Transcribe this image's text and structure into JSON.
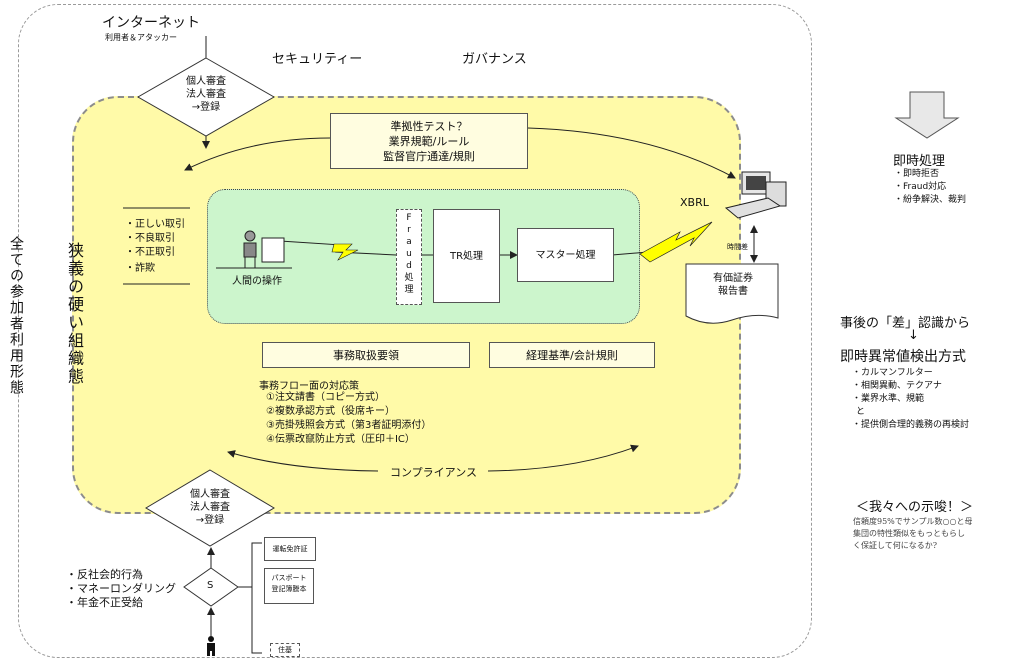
{
  "top": {
    "internet": "インターネット",
    "internet_sub": "利用者＆アタッカー",
    "security": "セキュリティー",
    "governance": "ガバナンス"
  },
  "diamond_top": [
    "個人審査",
    "法人審査",
    "→登録"
  ],
  "diamond_bottom": [
    "個人審査",
    "法人審査",
    "→登録"
  ],
  "compliance_test": [
    "準拠性テスト？",
    "業界規範/ルール",
    "監督官庁通達/規則"
  ],
  "left_list": [
    "・正しい取引",
    "・不良取引",
    "・不正取引",
    "・詐欺"
  ],
  "human_op": "人間の操作",
  "fraud_box": [
    "F",
    "r",
    "a",
    "u",
    "d",
    "処",
    "理"
  ],
  "tr_box": "TR処理",
  "master_box": "マスター処理",
  "xbrl": "XBRL",
  "time_diff": "時間差",
  "report": [
    "有価証券",
    "報告書"
  ],
  "jimu": "事務取扱要領",
  "keiri": "経理基準/会計規則",
  "flow_title": "事務フロー面の対応策",
  "flow_items": [
    "①注文請書（コピー方式）",
    "②複数承認方式（役席キー）",
    "③売掛残照会方式（第3者証明添付）",
    "④伝票改竄防止方式（圧印＋IC）"
  ],
  "compliance": "コンプライアンス",
  "left_vertical": "全ての参加者利用形態",
  "narrow_org": "狭義の硬い組織態",
  "bottom_left": [
    "・反社会的行為",
    "・マネーロンダリング",
    "・年金不正受給"
  ],
  "s_label": "S",
  "docs": [
    "運転免許証",
    "パスポート",
    "登記簿謄本",
    "住基"
  ],
  "right": {
    "immediate_title": "即時処理",
    "immediate_items": [
      "・即時拒否",
      "・Fraud対応",
      "・紛争解決、裁判"
    ],
    "after_title": "事後の「差」認識から",
    "arrow": "↓",
    "realtime_title": "即時異常値検出方式",
    "realtime_items": [
      "・カルマンフルター",
      "・相関異動、テクアナ",
      "・業界水準、規範",
      "と",
      "・提供側合理的義務の再検討"
    ],
    "suggest_title": "＜我々への示唆！＞",
    "suggest_text": [
      "信頼度95%でサンプル数○○と母",
      "集団の特性類似をもっともらし",
      "く保証して何になるか?"
    ]
  },
  "colors": {
    "yellow_zone": "#fffaa8",
    "green_zone": "#ccf5cc",
    "lightning": "#ffff00"
  }
}
